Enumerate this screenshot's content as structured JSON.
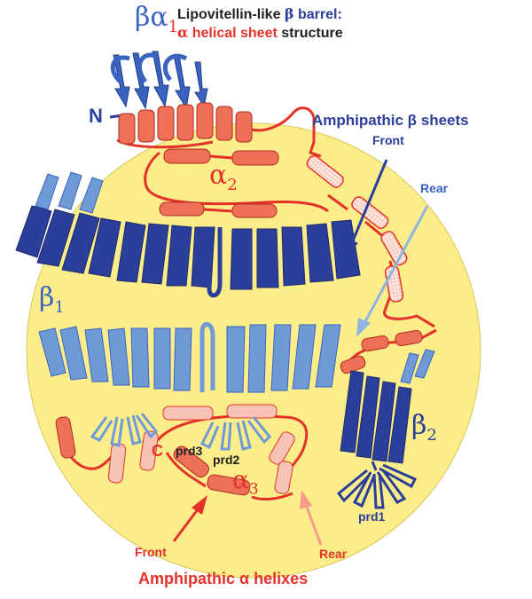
{
  "labels": {
    "title_part1": "Lipovitellin-like ",
    "title_beta": "β",
    "title_part2": " barrel:",
    "title_alpha": "α",
    "title_part3": " helical sheet",
    "title_part4": " structure",
    "beta_alpha_1": "βα",
    "beta_alpha_1_sub": "1",
    "n_terminus": "N",
    "c_terminus": "C",
    "amphipathic_beta_sheets": "Amphipathic β sheets",
    "front_top": "Front",
    "rear_top": "Rear",
    "alpha_2": "α",
    "alpha_2_sub": "2",
    "beta_1": "β",
    "beta_1_sub": "1",
    "beta_2": "β",
    "beta_2_sub": "2",
    "alpha_3": "α",
    "alpha_3_sub": "3",
    "prd1": "prd1",
    "prd2": "prd2",
    "prd3": "prd3",
    "front_bottom": "Front",
    "rear_bottom": "Rear",
    "amphipathic_alpha_helixes": "Amphipathic α helixes"
  },
  "colors": {
    "sphere": "#fbee8a",
    "dark_blue": "#2b3f9a",
    "light_blue": "#6f9ad6",
    "red": "#e4322b",
    "helix": "#ee7058",
    "helix_light": "#f8c2b4",
    "black": "#222222"
  }
}
